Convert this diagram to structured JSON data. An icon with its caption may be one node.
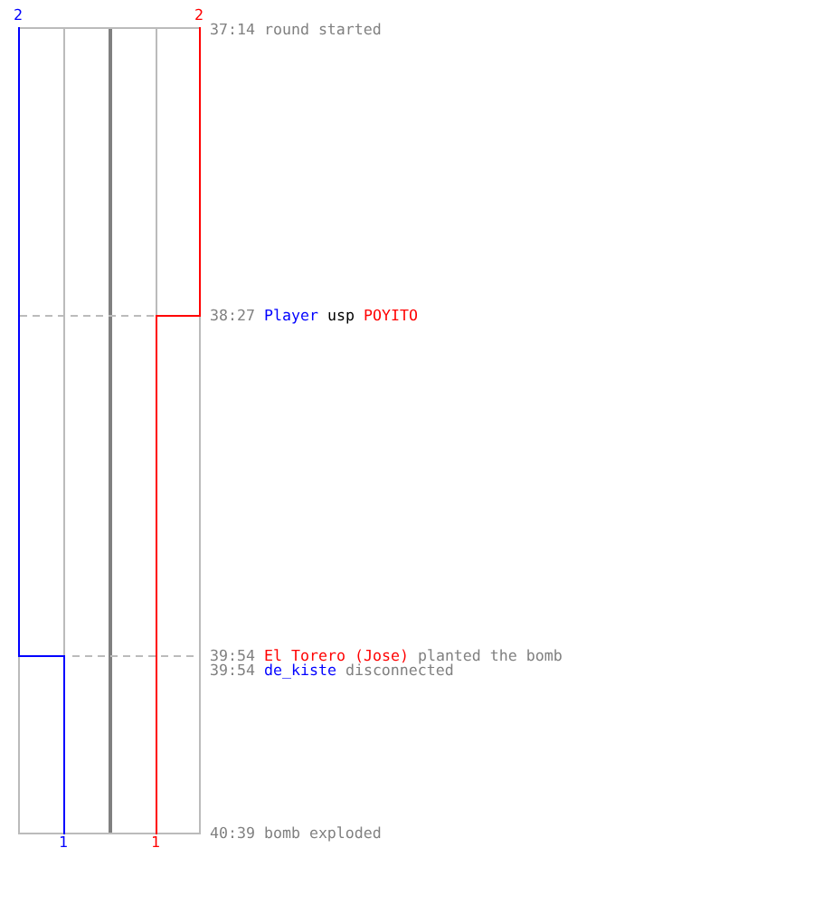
{
  "diagram": {
    "labels": [
      "2",
      "2",
      "37:14 round started",
      "38:27 Player usp POYITO",
      "39:54 El Torero (Jose) planted the bomb",
      "39:54 de_kiste disconnected",
      "40:39 bomb exploded",
      "1",
      "1"
    ]
  }
}
